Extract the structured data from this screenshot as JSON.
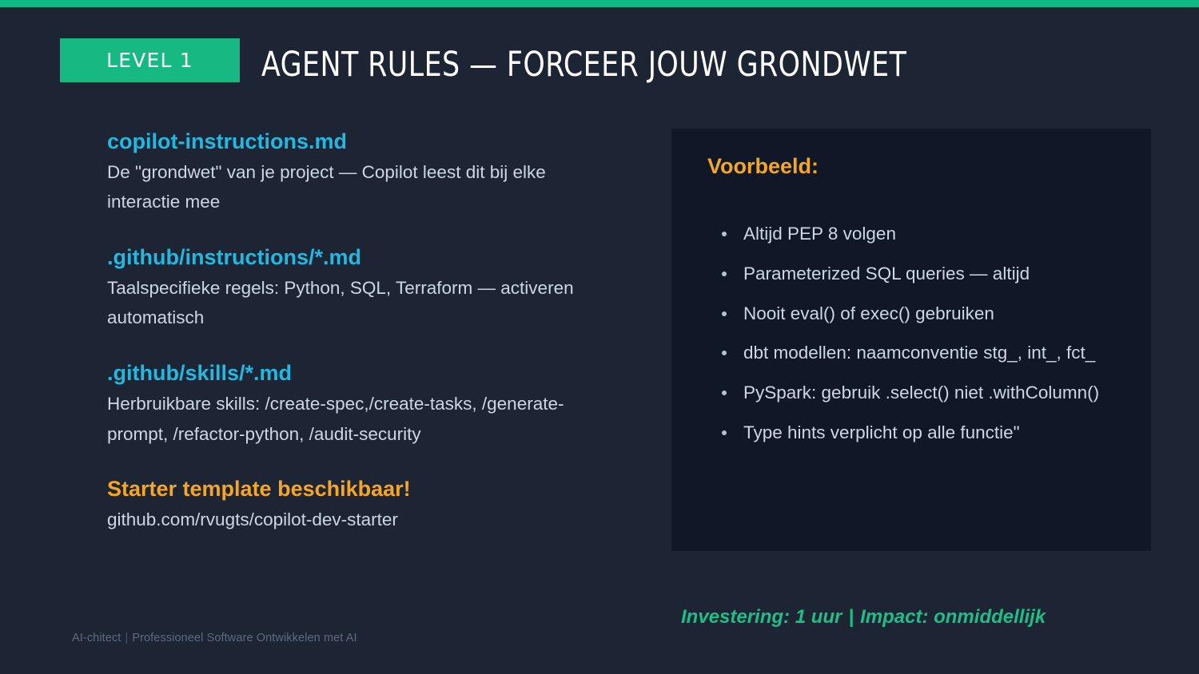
{
  "theme": {
    "background": "#1d2433",
    "panel_background": "#101828",
    "accent_green": "#10b981",
    "accent_cyan": "#22b8e0",
    "accent_orange": "#f5a623",
    "body_text": "#ccd6e4",
    "footer_text": "#5d6b80",
    "title_text": "#ffffff"
  },
  "header": {
    "level_badge": "LEVEL 1",
    "title": "AGENT RULES — FORCEER JOUW GRONDWET"
  },
  "left_column": {
    "blocks": [
      {
        "heading": "copilot-instructions.md",
        "heading_color": "cyan",
        "body": "De \"grondwet\" van je project — Copilot leest dit bij elke interactie mee"
      },
      {
        "heading": ".github/instructions/*.md",
        "heading_color": "cyan",
        "body": "Taalspecifieke regels: Python, SQL, Terraform — activeren automatisch"
      },
      {
        "heading": ".github/skills/*.md",
        "heading_color": "cyan",
        "body": "Herbruikbare skills: /create-spec,/create-tasks, /generate-prompt, /refactor-python, /audit-security"
      },
      {
        "heading": "Starter template beschikbaar!",
        "heading_color": "orange",
        "body": "github.com/rvugts/copilot-dev-starter"
      }
    ]
  },
  "example_panel": {
    "title": "Voorbeeld:",
    "items": [
      "Altijd PEP 8 volgen",
      "Parameterized SQL queries — altijd",
      "Nooit eval() of exec() gebruiken",
      "dbt modellen: naamconventie stg_, int_, fct_",
      "PySpark: gebruik .select() niet .withColumn()",
      "Type hints verplicht op alle functie\""
    ]
  },
  "footer": {
    "brand": "AI-chitect",
    "separator": "|",
    "tagline": "Professioneel Software Ontwikkelen met AI",
    "metric_investment": "Investering: 1 uur",
    "metric_separator": "|",
    "metric_impact": "Impact: onmiddellijk"
  }
}
